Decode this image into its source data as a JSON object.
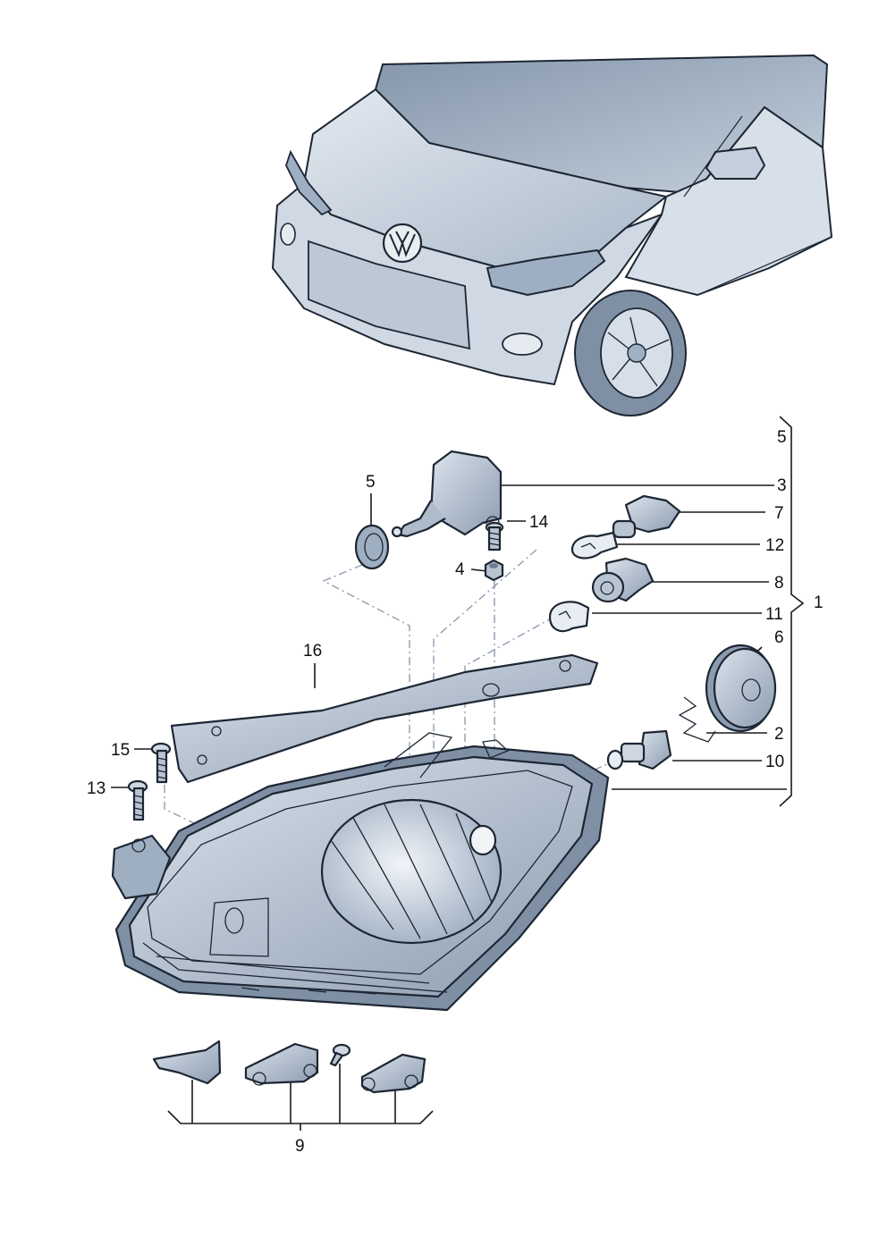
{
  "callouts": {
    "c1": "1",
    "c2": "2",
    "c3": "3",
    "c4": "4",
    "c5_top": "5",
    "c5_right": "5",
    "c6": "6",
    "c7": "7",
    "c8": "8",
    "c9": "9",
    "c10": "10",
    "c11": "11",
    "c12": "12",
    "c13": "13",
    "c14": "14",
    "c15": "15",
    "c16": "16"
  },
  "colors": {
    "car_body": "#c9d3df",
    "car_shadow": "#9fb0c4",
    "part_fill": "#b8c4d2",
    "part_dark": "#6e7f94",
    "outline": "#1d2633",
    "dash": "#8f9db0"
  }
}
